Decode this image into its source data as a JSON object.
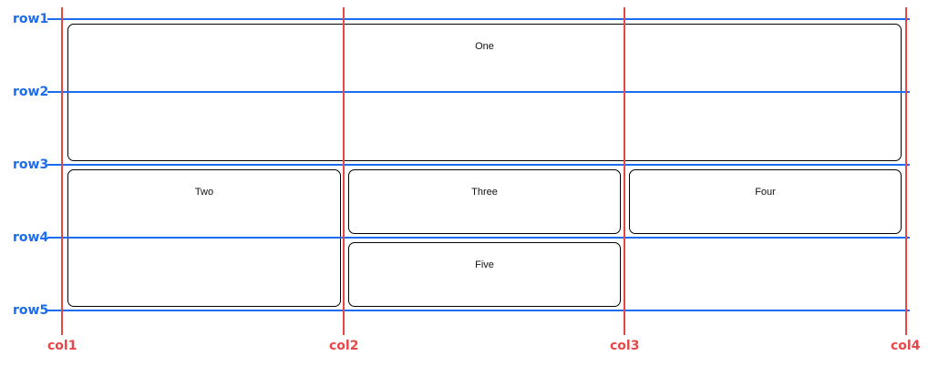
{
  "colors": {
    "row_line": "#1a6df0",
    "col_line": "#e8474a"
  },
  "rows": [
    {
      "label": "row1"
    },
    {
      "label": "row2"
    },
    {
      "label": "row3"
    },
    {
      "label": "row4"
    },
    {
      "label": "row5"
    }
  ],
  "cols": [
    {
      "label": "col1"
    },
    {
      "label": "col2"
    },
    {
      "label": "col3"
    },
    {
      "label": "col4"
    }
  ],
  "items": [
    {
      "label": "One"
    },
    {
      "label": "Two"
    },
    {
      "label": "Three"
    },
    {
      "label": "Four"
    },
    {
      "label": "Five"
    }
  ]
}
